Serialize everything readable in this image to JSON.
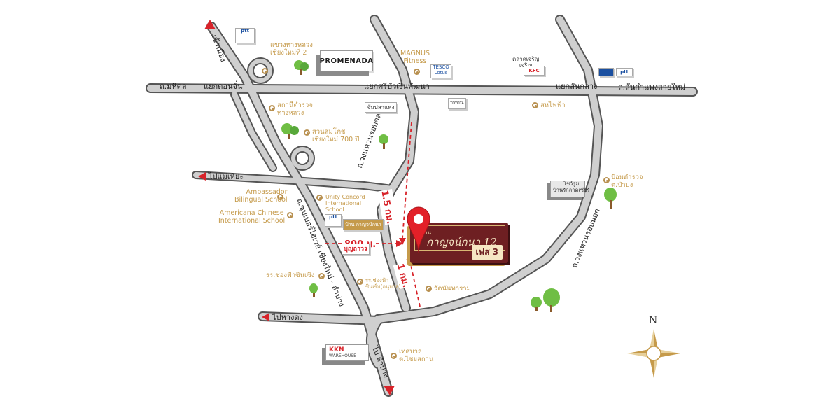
{
  "roads": {
    "mahidol": "ถ.มหิดล",
    "san_kamphaeng": "ถ.สันกำแพงสายใหม่",
    "middle_ring": "ถ.วงแหวนรอบกลาง",
    "outer_ring": "ถ.วงแหวนรอบนอก",
    "superhighway": "ถ.ซุปเปอร์ไฮเวย์ เชียงใหม่ - ลำปาง"
  },
  "intersections": {
    "don_chan": "แยกดอนจั่น",
    "sri_bua_ngoen": "แยกศรีบัวเงินพัฒนา",
    "san_klang": "แยกสันกลาง"
  },
  "directions": {
    "to_city": "เข้าเมือง",
    "to_mae_hia": "ไปแม่เหียะ",
    "to_hang_dong": "ไปหางดง",
    "to_lampang": "ไป ลำปาง"
  },
  "distances": {
    "d1": "1.5 กม.",
    "d2": "800 ม.",
    "d3": "1 กม."
  },
  "pois": {
    "highway_office": "แขวงทางหลวง\nเชียงใหม่ที่ 2",
    "promenada": "PROMENADA",
    "magnus": "MAGNUS\nFitness",
    "market": "ตลาดเจริญ\nเจริญ",
    "police_highway": "สถานีตำรวจ\nทางหลวง",
    "park": "สวนสมโภช\nเชียงใหม่ 700 ปี",
    "jumpplaeng": "จั่นปลาแพง",
    "ambassador": "Ambassador\nBilingual School",
    "americana": "Americana Chinese\nInternational School",
    "unity": "Unity Concord\nInternational\nSchool",
    "chong_fah": "รร.ช่องฟ้าซินเซิง",
    "chong_fah_kinder": "รร.ช่องฟ้า\nซินเซิง(อนุบาล)",
    "wat": "วัดนันทาราม",
    "sahaphat": "สหไฟฟ้า",
    "showroom": "โชว์รูม\nบ้านรักลาดเซียร์",
    "police_post": "ป้อมตำรวจ\nต.ป่าบง",
    "municipality": "เทศบาล\nต.ไชยสถาน",
    "kkn": "KKN",
    "kkn_sub": "WAREHOUSE",
    "ptt": "ptt",
    "tesco": "TESCO\nLotus",
    "kfc": "KFC",
    "toyota": "TOYOTA",
    "boonthavorn": "บุญถาวร"
  },
  "project": {
    "prefix": "บ้าน",
    "name": "กาญจน์กนา 12",
    "phase": "เฟส 3",
    "mini_label": "บ้าน กาญจน์กนา 12"
  },
  "compass": {
    "north": "N"
  },
  "colors": {
    "road": "#c8c8c8",
    "road_edge": "#555555",
    "accent_red": "#d8232a",
    "poi_gold": "#c59a4a",
    "project_maroon": "#6e1f22"
  }
}
